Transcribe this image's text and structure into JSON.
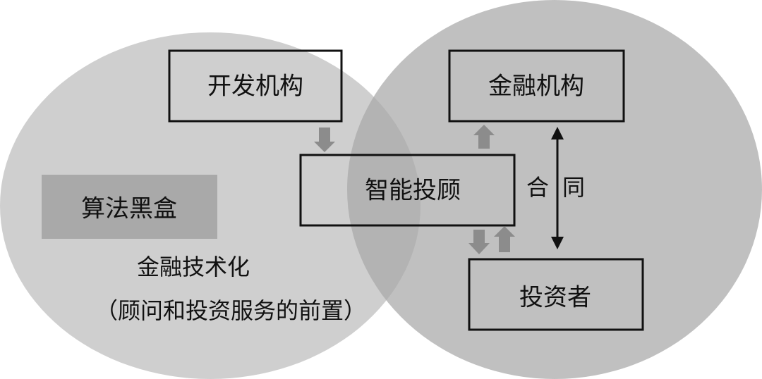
{
  "diagram": {
    "nodes": {
      "developer": "开发机构",
      "financial_institution": "金融机构",
      "robo_advisor": "智能投顾",
      "investor": "投资者",
      "algorithm_black_box": "算法黑盒"
    },
    "contract_label_left": "合",
    "contract_label_right": "同",
    "left_caption_line1": "金融技术化",
    "left_caption_line2": "（顾问和投资服务的前置）"
  },
  "colors": {
    "background": "#ffffff",
    "circle_fill": "#a8a8a8",
    "black_box_fill": "#a9a9a9",
    "arrow_gray": "#8c8c8c",
    "stroke": "#111111"
  }
}
